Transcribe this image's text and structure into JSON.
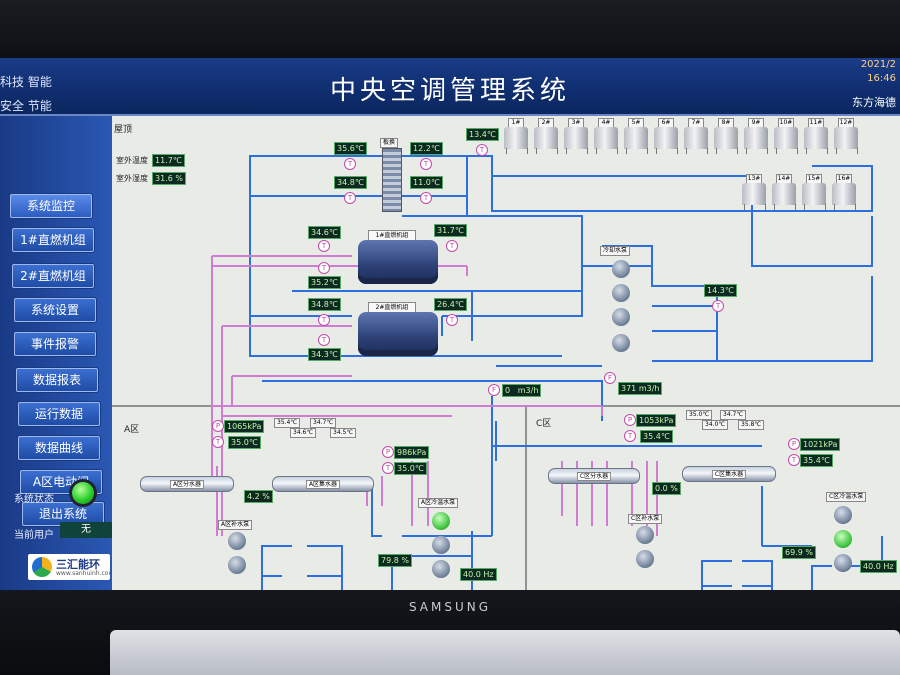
{
  "header": {
    "left_line1": "科技 智能",
    "left_line2": "安全 节能",
    "title": "中央空调管理系统",
    "date": "2021/2",
    "time": "16:46",
    "company": "东方海德"
  },
  "sidebar": {
    "items": [
      {
        "label": "系统监控"
      },
      {
        "label": "1#直燃机组"
      },
      {
        "label": "2#直燃机组"
      },
      {
        "label": "系统设置"
      },
      {
        "label": "事件报警"
      },
      {
        "label": "数据报表"
      },
      {
        "label": "运行数据"
      },
      {
        "label": "数据曲线"
      },
      {
        "label": "A区电动阀"
      },
      {
        "label": "退出系统"
      }
    ],
    "system_status_label": "系统状态",
    "current_user_label": "当前用户",
    "current_user_value": "无",
    "logo_name": "三汇能环",
    "logo_url": "www.sanhuinh.com"
  },
  "roof": {
    "label": "屋顶",
    "outdoor_temp_label": "室外温度",
    "outdoor_temp": "11.7℃",
    "outdoor_humidity_label": "室外湿度",
    "outdoor_humidity": "31.6 %",
    "hx_label": "板换",
    "hx_in_top": "35.6℃",
    "hx_out_top": "12.2℃",
    "hx_in_bottom": "34.8℃",
    "hx_out_bottom": "11.0℃",
    "tower_main_temp": "13.4℃",
    "towers_row1": [
      "1#",
      "2#",
      "3#",
      "4#",
      "5#",
      "6#",
      "7#",
      "8#",
      "9#",
      "10#",
      "11#",
      "12#"
    ],
    "towers_row2": [
      "13#",
      "14#",
      "15#",
      "16#"
    ]
  },
  "chillers": [
    {
      "tag": "1#直燃机组",
      "t_left_top": "34.6℃",
      "t_left_bottom": "35.2℃",
      "t_right": "31.7℃"
    },
    {
      "tag": "2#直燃机组",
      "t_left_top": "34.8℃",
      "t_left_bottom": "34.3℃",
      "t_right": "26.4℃"
    }
  ],
  "cooling_pumps": {
    "label": "冷却水泵",
    "temp": "14.3℃"
  },
  "flows": {
    "flow1": "0",
    "flow1_unit": "m3/h",
    "flow2": "371",
    "flow2_unit": "m3/h"
  },
  "zone_a": {
    "label": "A区",
    "pressure": "1065",
    "pressure_unit": "kPa",
    "temp": "35.0℃",
    "pressure2": "986",
    "temp2": "35.0℃",
    "branch_temps": [
      "35.4℃",
      "34.6℃",
      "34.7℃",
      "34.5℃"
    ],
    "divider_tag": "A区分水器",
    "collector_tag": "A区集水器",
    "valve_pct": "4.2 %",
    "chw_pump_label": "A区冷温水泵",
    "make_pump_label": "A区补水泵",
    "pump_valve_pct": "79.8 %",
    "freq": "40.0",
    "freq_unit": "Hz"
  },
  "zone_c": {
    "label": "C区",
    "pressure": "1053",
    "pressure_unit": "kPa",
    "temp": "35.4℃",
    "pressure2": "1021",
    "temp2": "35.4℃",
    "branch_temps": [
      "35.0℃",
      "34.0℃",
      "34.7℃",
      "35.8℃"
    ],
    "divider_tag": "C区分水器",
    "collector_tag": "C区集水器",
    "valve_pct": "0.0 %",
    "chw_pump_label": "C区冷温水泵",
    "make_pump_label": "C区补水泵",
    "pump_valve_pct": "69.9 %",
    "freq": "40.0",
    "freq_unit": "Hz"
  },
  "monitor": {
    "brand": "SAMSUNG"
  },
  "colors": {
    "pipe_blue": "#2c6fe0",
    "pipe_pink": "#d07cd4",
    "header_blue": "#0f2d6e"
  }
}
